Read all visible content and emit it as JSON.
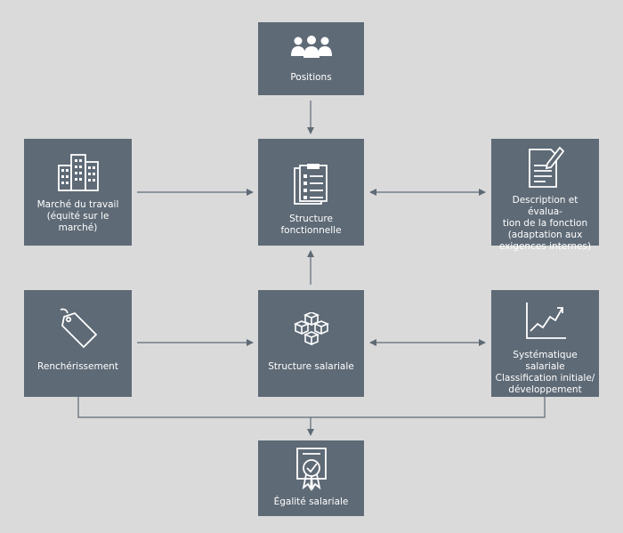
{
  "colors": {
    "background": "#dadada",
    "box": "#5e6a76",
    "text": "#ffffff",
    "connector": "#5e6a76"
  },
  "nodes": {
    "positions": {
      "label": "Positions",
      "icon": "people-group-icon"
    },
    "marche": {
      "label": "Marché du travail\n(équité sur le marché)",
      "icon": "office-buildings-icon"
    },
    "structure_fonctionnelle": {
      "label": "Structure fonctionnelle",
      "icon": "clipboard-checklist-icon"
    },
    "description": {
      "label": "Description et évalua-\ntion de la fonction\n(adaptation aux\nexigences internes)",
      "icon": "document-pen-icon"
    },
    "rencherissement": {
      "label": "Renchérissement",
      "icon": "price-tag-icon"
    },
    "structure_salariale": {
      "label": "Structure salariale",
      "icon": "stacked-cubes-icon"
    },
    "systematique": {
      "label": "Systématique salariale\nClassification initiale/\ndéveloppement",
      "icon": "rising-chart-icon"
    },
    "egalite": {
      "label": "Égalité salariale",
      "icon": "certificate-seal-icon"
    }
  }
}
